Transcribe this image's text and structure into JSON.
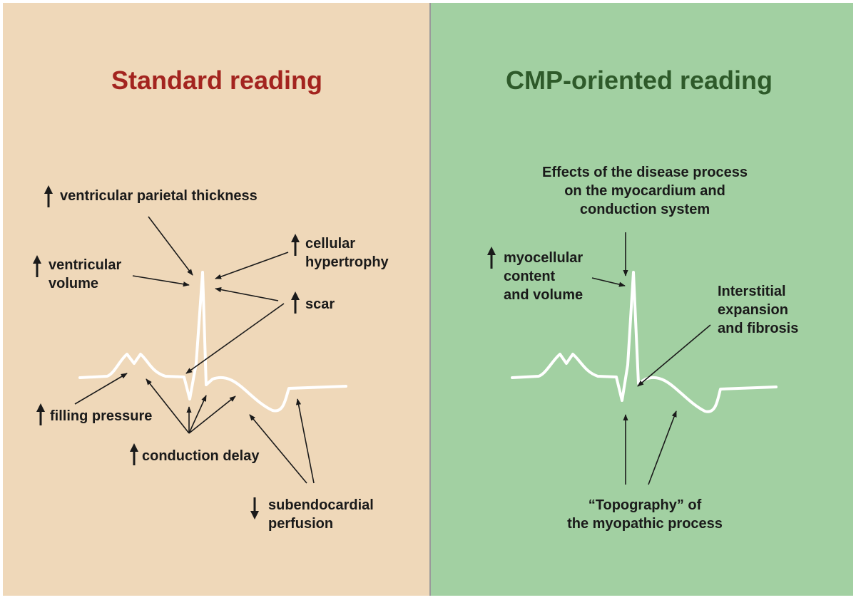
{
  "colors": {
    "left_panel_bg": "#efd8b9",
    "right_panel_bg": "#a2d0a2",
    "left_title": "#a3241f",
    "right_title": "#2e5a2a",
    "trace": "#ffffff",
    "arrow": "#1a1a1a"
  },
  "left": {
    "title": "Standard reading",
    "labels": {
      "parietal_thickness": "ventricular parietal thickness",
      "ventricular_volume_line1": "ventricular",
      "ventricular_volume_line2": "volume",
      "cellular_hypertrophy_line1": "cellular",
      "cellular_hypertrophy_line2": "hypertrophy",
      "scar": "scar",
      "filling_pressure": "filling pressure",
      "conduction_delay": "conduction delay",
      "subendocardial_line1": "subendocardial",
      "subendocardial_line2": "perfusion"
    }
  },
  "right": {
    "title": "CMP-oriented reading",
    "labels": {
      "effects_line1": "Effects of the disease process",
      "effects_line2": "on the myocardium and",
      "effects_line3": "conduction system",
      "myocellular_line1": "myocellular",
      "myocellular_line2": "content",
      "myocellular_line3": "and volume",
      "interstitial_line1": "Interstitial",
      "interstitial_line2": "expansion",
      "interstitial_line3": "and fibrosis",
      "topography_line1": "“Topography” of",
      "topography_line2": "the myopathic process"
    }
  },
  "icons": {
    "increase": "up-arrow-icon",
    "decrease": "down-arrow-icon"
  }
}
